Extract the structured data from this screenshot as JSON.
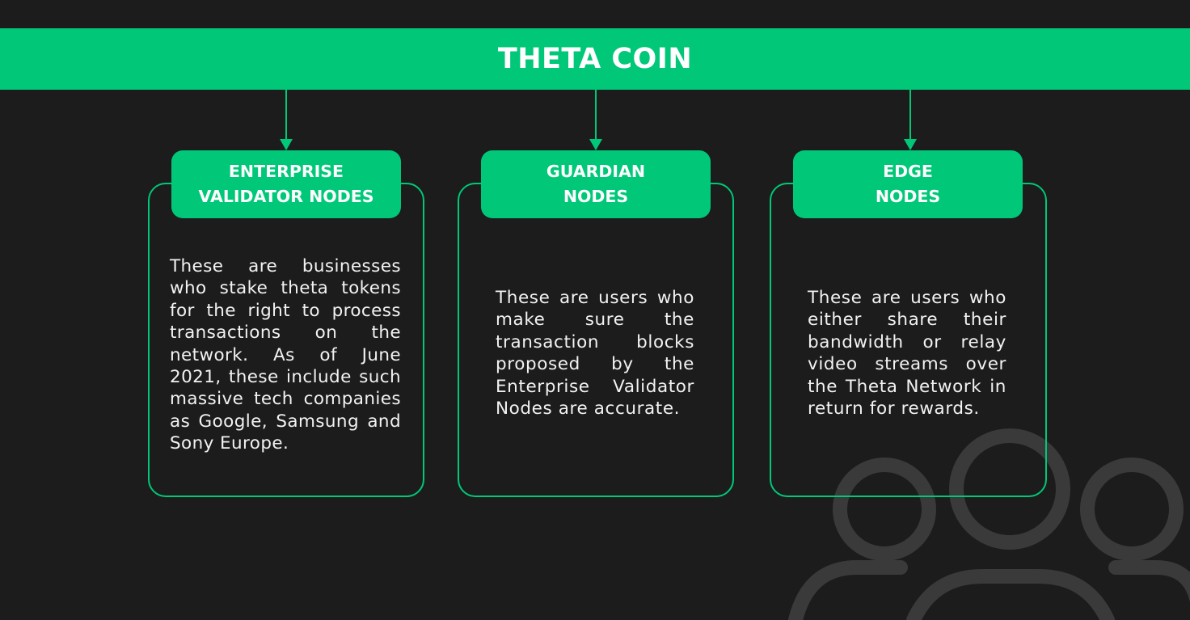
{
  "title": "THETA COIN",
  "colors": {
    "background": "#1c1c1c",
    "accent": "#00c878",
    "text": "#ffffff",
    "decoration": "#3a3a3a"
  },
  "nodes": [
    {
      "title_line1": "ENTERPRISE",
      "title_line2": "VALIDATOR NODES",
      "description": "These are businesses who stake theta tokens for the right to process transactions on the network. As of June 2021, these include such massive tech companies as Google, Samsung and Sony Europe."
    },
    {
      "title_line1": "GUARDIAN",
      "title_line2": "NODES",
      "description": "These are users who make sure the transaction blocks proposed by the Enterprise Validator Nodes are accurate."
    },
    {
      "title_line1": "EDGE",
      "title_line2": "NODES",
      "description": "These are users who either share their bandwidth or relay video streams over the Theta Network in return for rewards."
    }
  ],
  "decoration": {
    "icon": "people-group-icon"
  }
}
